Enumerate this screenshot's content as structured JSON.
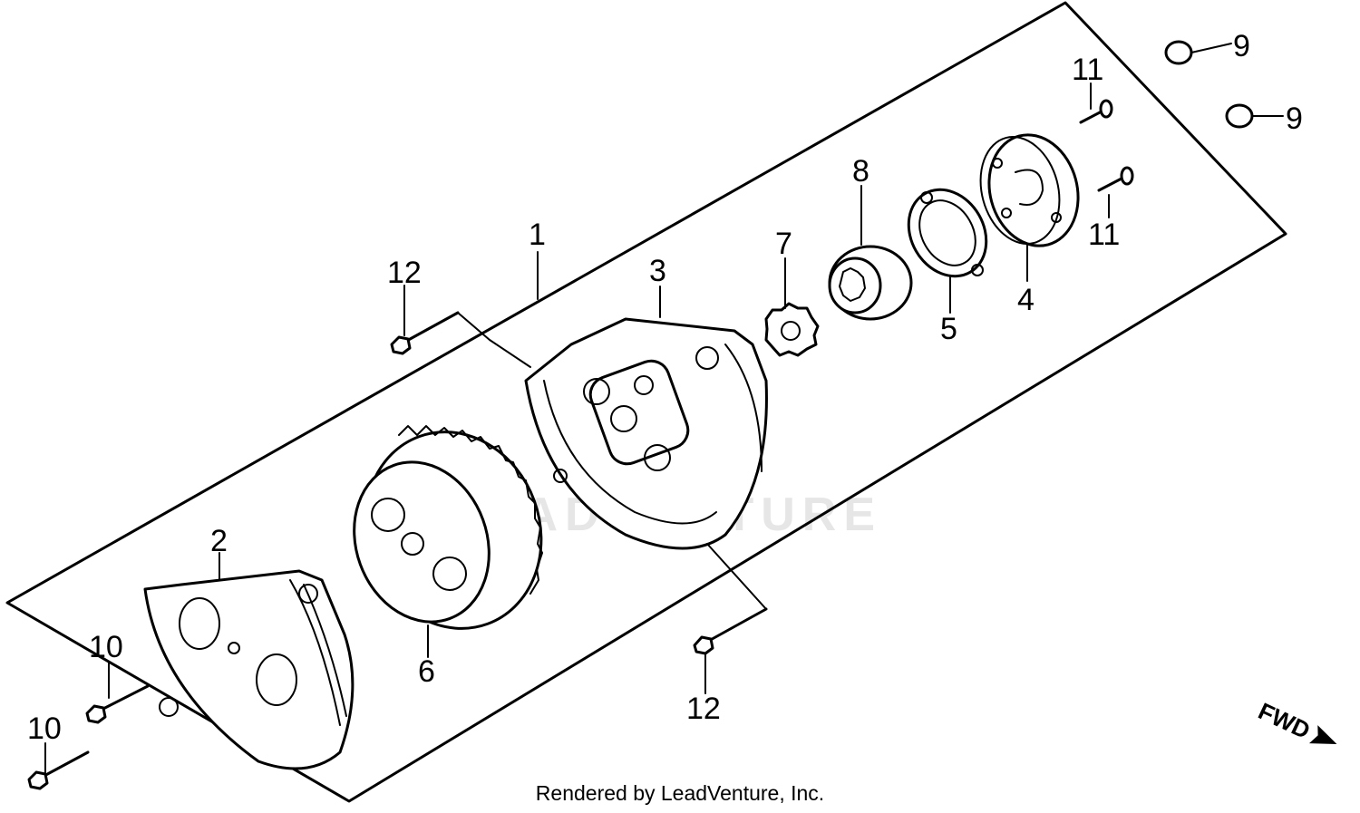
{
  "diagram": {
    "watermark": "LEADVENTURE",
    "direction_label": "FWD",
    "callouts": {
      "c1": "1",
      "c2": "2",
      "c3": "3",
      "c4": "4",
      "c5": "5",
      "c6": "6",
      "c7": "7",
      "c8": "8",
      "c9a": "9",
      "c9b": "9",
      "c10a": "10",
      "c10b": "10",
      "c11a": "11",
      "c11b": "11",
      "c12a": "12",
      "c12b": "12"
    }
  },
  "footer": {
    "credit": "Rendered by LeadVenture, Inc."
  }
}
